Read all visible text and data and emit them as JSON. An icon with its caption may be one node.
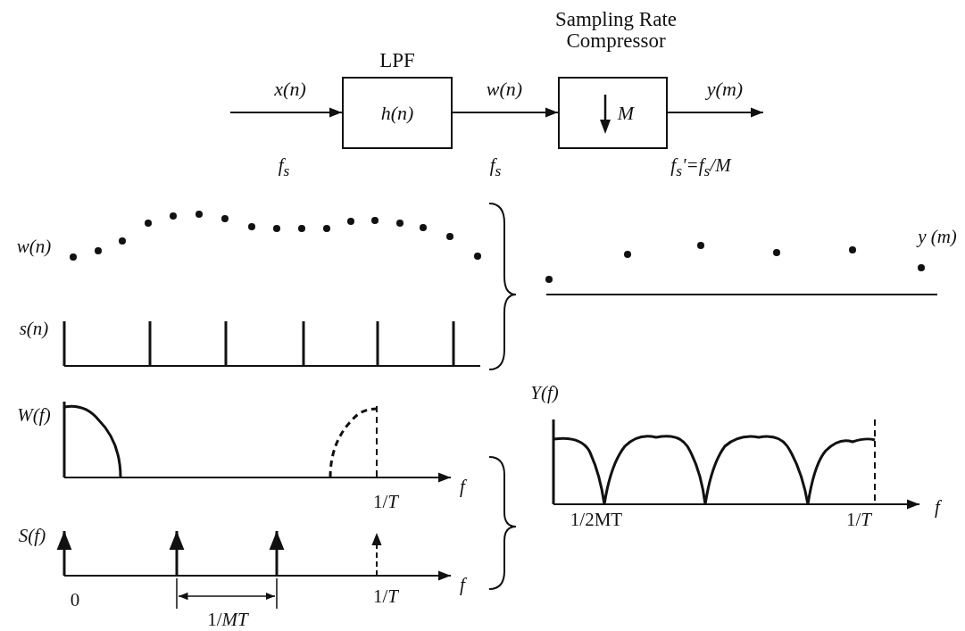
{
  "diagram": {
    "nodes": [
      {
        "text": [
          "LPF",
          "h(n)"
        ]
      },
      {
        "text": [
          "Sampling Rate Compressor",
          "M"
        ]
      }
    ],
    "edges": [
      {
        "from": null,
        "to": 0,
        "arrow": "to",
        "label": "x(n)"
      },
      {
        "from": 0,
        "to": 1,
        "arrow": "to",
        "label": "w(n)"
      },
      {
        "from": 1,
        "to": null,
        "arrow": "to",
        "label": "y(m)"
      }
    ],
    "labels": [
      "f$_{s}$",
      "f$_{s}$",
      "f$_{s}$'=f$_{s}$/M",
      "w(n)",
      "y (m)",
      "s(n)",
      "Y(f)",
      "W(f)",
      "f",
      "f",
      "1/*T*",
      "1/2MT",
      "1/*T*",
      "S(f)",
      "f",
      "0",
      "1/*T*",
      "1/*MT*"
    ]
  }
}
